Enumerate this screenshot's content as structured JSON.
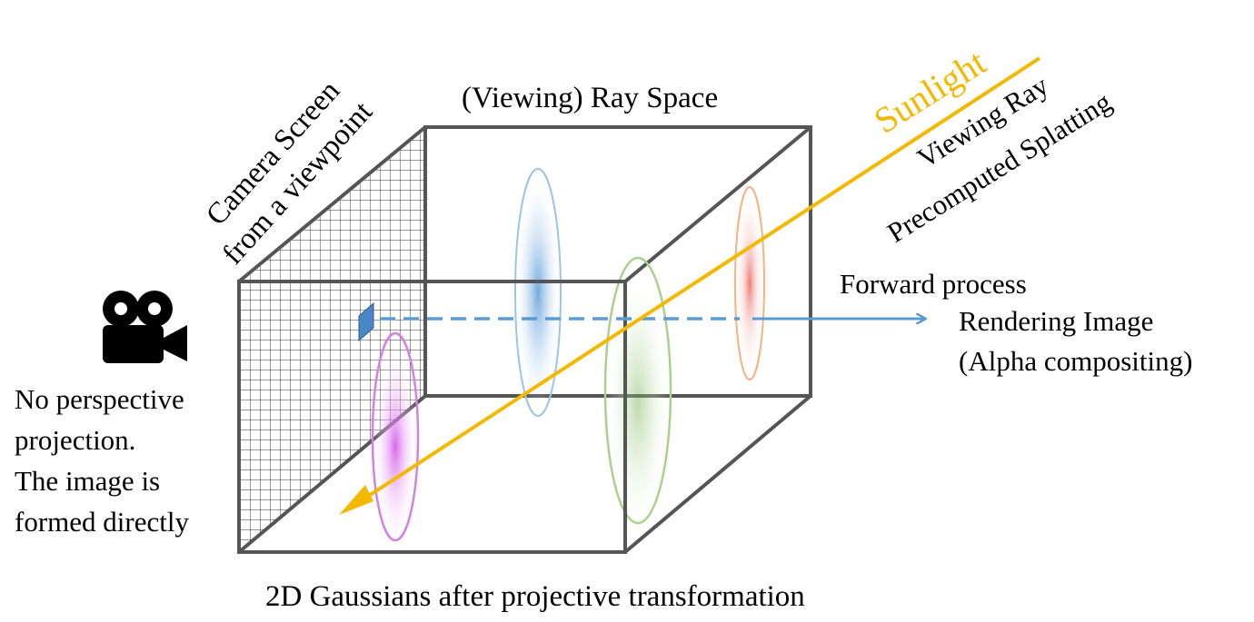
{
  "labels": {
    "ray_space": "(Viewing) Ray Space",
    "camera_screen_line1": "Camera Screen",
    "camera_screen_line2": "from a viewpoint",
    "sunlight": "Sunlight",
    "viewing_ray": "Viewing Ray",
    "precomputed_splatting": "Precomputed Splatting",
    "forward_process": "Forward process",
    "rendering_image": "Rendering Image",
    "alpha_compositing": "(Alpha compositing)",
    "no_perspective_1": "No perspective",
    "no_perspective_2": "projection.",
    "image_formed_1": "The image is",
    "image_formed_2": "formed directly",
    "gaussians_caption": "2D Gaussians after projective transformation"
  },
  "icons": {
    "camera": "video-camera-icon"
  },
  "colors": {
    "box_edge": "#555555",
    "grid": "#333333",
    "sunlight": "#f5b800",
    "viewing_ray": "#5b9bd5",
    "pixel": "#4a86c5",
    "gaussian_blue": "#5b9bd5",
    "gaussian_green": "#70ad47",
    "gaussian_orange": "#ed7d31",
    "gaussian_pink": "#c45bd8"
  }
}
